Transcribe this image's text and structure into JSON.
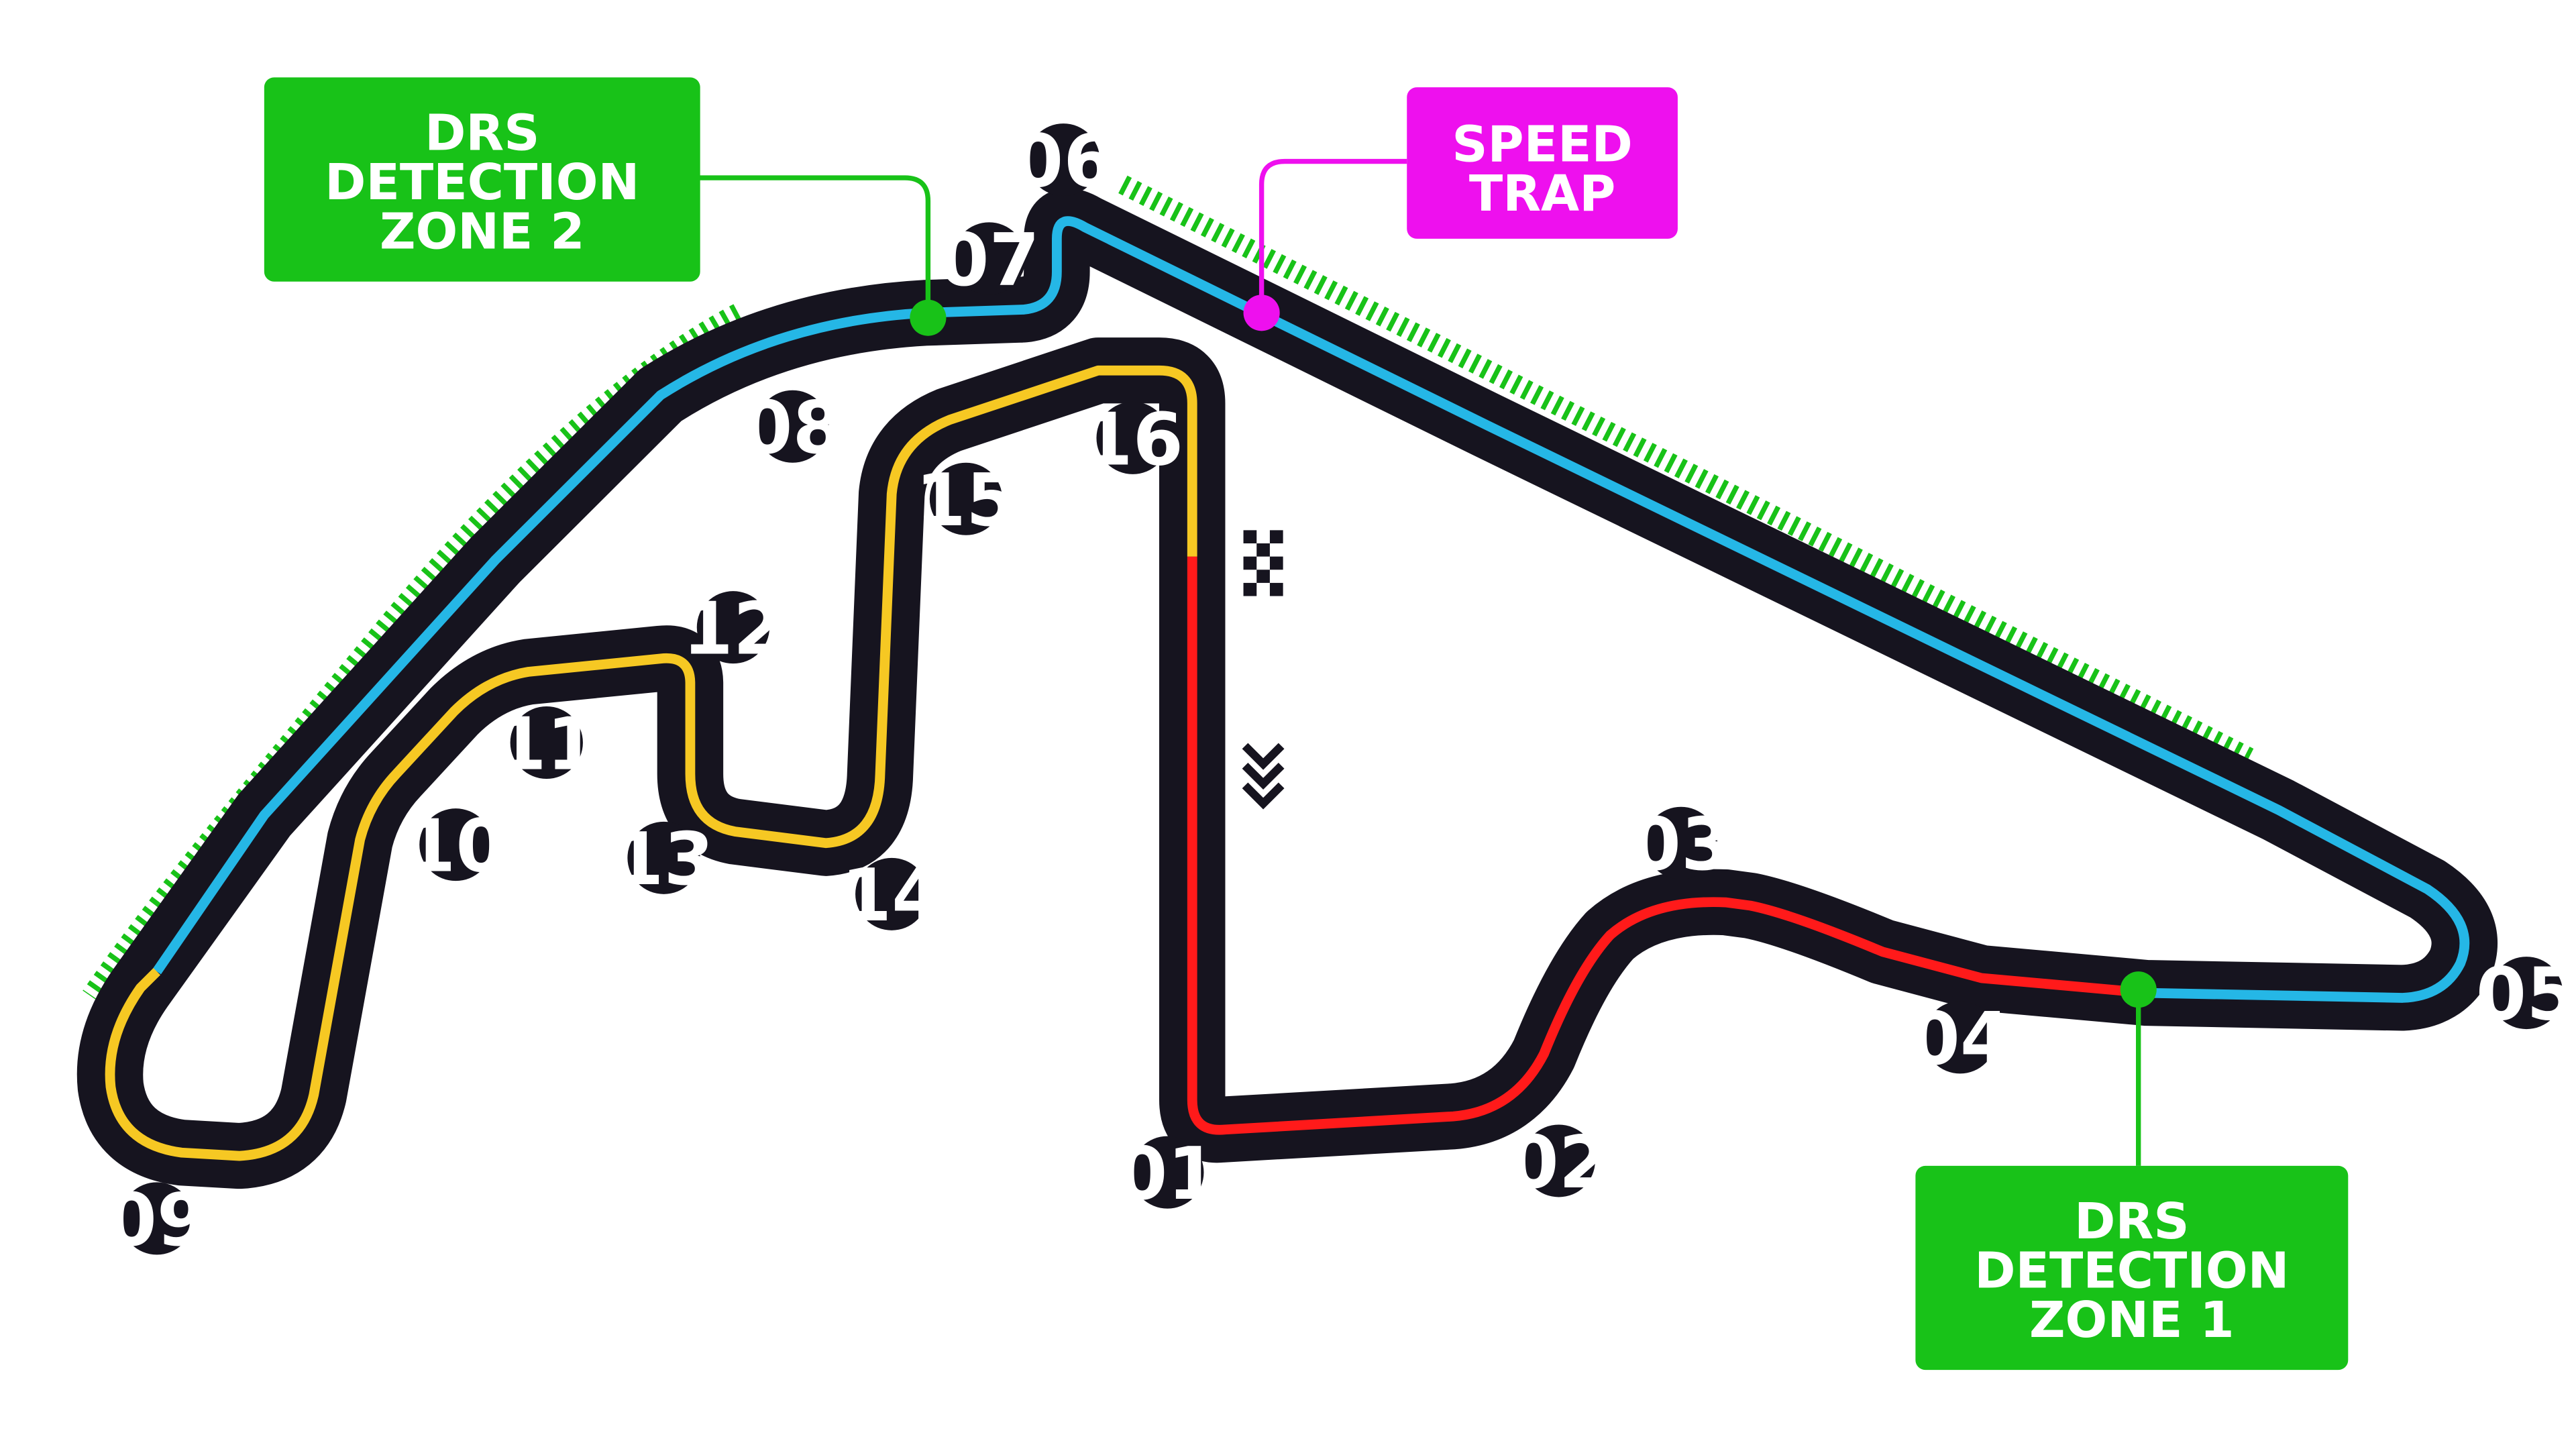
{
  "colors": {
    "track": "#16141f",
    "sector1": "#ff1a1a",
    "sector2": "#25b7e6",
    "sector3": "#f6c823",
    "drs": "#18c218",
    "speed_trap": "#ee10ee",
    "box_text": "#ffffff",
    "turn_marker": "#16141f",
    "background": "#ffffff"
  },
  "labels": {
    "drs_zone_2": [
      "DRS",
      "DETECTION",
      "ZONE 2"
    ],
    "drs_zone_1": [
      "DRS",
      "DETECTION",
      "ZONE 1"
    ],
    "speed_trap": [
      "SPEED",
      "TRAP"
    ]
  },
  "turns": [
    "01",
    "02",
    "03",
    "04",
    "05",
    "06",
    "07",
    "08",
    "09",
    "10",
    "11",
    "12",
    "13",
    "14",
    "15",
    "16"
  ],
  "icons": {
    "start_finish": "checkered-flag-icon",
    "direction": "direction-chevrons-icon"
  }
}
